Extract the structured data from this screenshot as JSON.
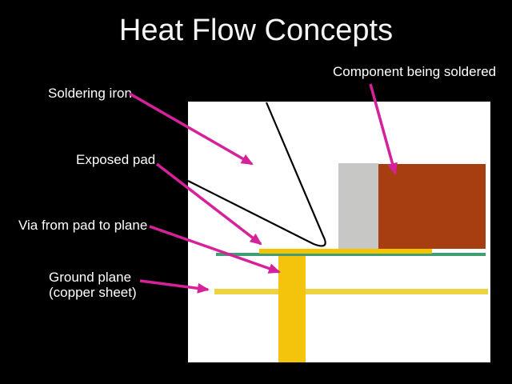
{
  "slide": {
    "title": "Heat Flow Concepts"
  },
  "labels": {
    "soldering_iron": "Soldering iron",
    "exposed_pad": "Exposed pad",
    "via": "Via from pad to plane",
    "ground_plane_line1": "Ground plane",
    "ground_plane_line2": "(copper sheet)",
    "component": "Component being soldered"
  },
  "colors": {
    "background": "#000000",
    "text": "#ffffff",
    "arrow": "#d5219a",
    "board_area": "#ffffff",
    "iron_outline": "#000000",
    "iron_barrel": "#c7c7c5",
    "component_body": "#a63e10",
    "pad_gold": "#f3c300",
    "via_gold": "#f4c30b",
    "ground_plane_gold": "#edd243",
    "pcb_surface": "#3f9e73"
  }
}
